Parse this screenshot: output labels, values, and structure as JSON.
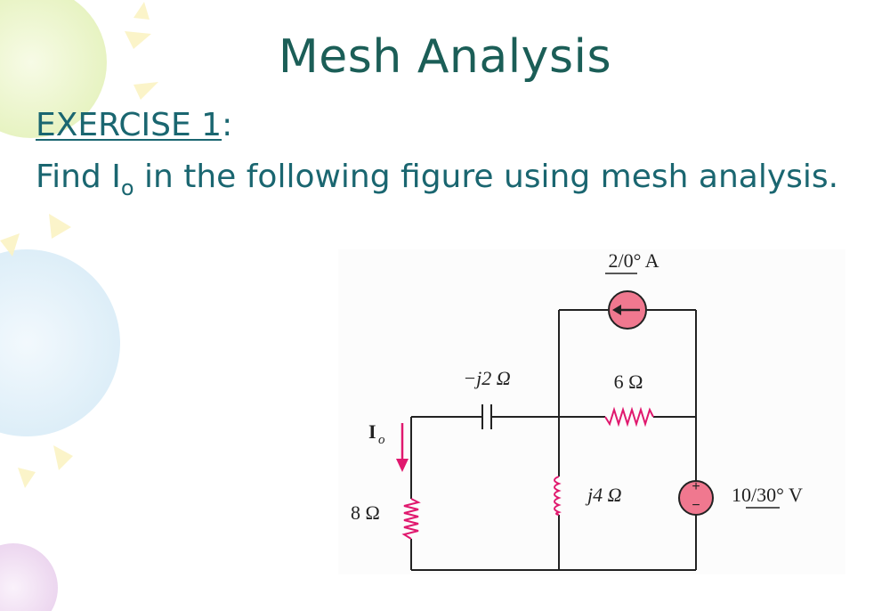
{
  "slide": {
    "title": "Mesh Analysis",
    "exercise_label": "EXERCISE 1",
    "exercise_colon": ":",
    "problem_prefix": "Find I",
    "problem_subscript": "o",
    "problem_suffix": " in the following figure using mesh analysis."
  },
  "circuit": {
    "current_source_label": "2/0° A",
    "capacitor_label": "−j2 Ω",
    "resistor_top_label": "6 Ω",
    "inductor_label": "j4 Ω",
    "resistor_left_label": "8 Ω",
    "voltage_source_label": "10/30° V",
    "current_label": "I",
    "current_subscript": "o",
    "plus_sign": "+",
    "minus_sign": "−"
  },
  "colors": {
    "title": "#1b5e57",
    "text": "#1a6670",
    "source_fill": "#f0788f",
    "arrow": "#e0186e",
    "wire": "#222222"
  }
}
